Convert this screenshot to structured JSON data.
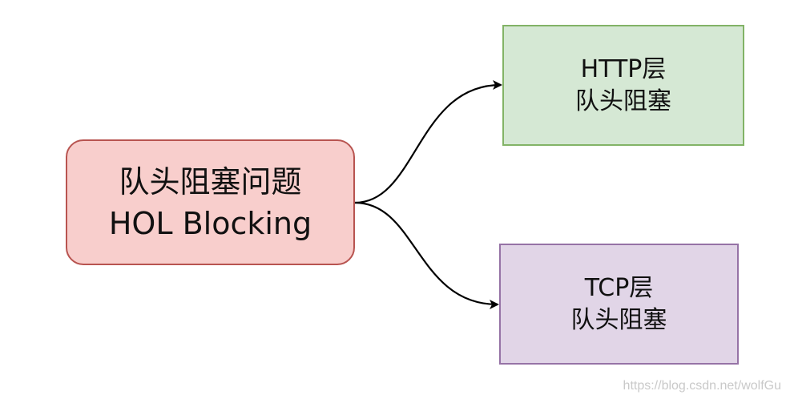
{
  "diagram": {
    "main_node": {
      "line1": "队头阻塞问题",
      "line2": "HOL Blocking",
      "fill": "#f8cecc",
      "stroke": "#b85450"
    },
    "http_node": {
      "line1": "HTTP层",
      "line2": "队头阻塞",
      "fill": "#d5e8d4",
      "stroke": "#82b366"
    },
    "tcp_node": {
      "line1": "TCP层",
      "line2": "队头阻塞",
      "fill": "#e1d5e7",
      "stroke": "#9673a6"
    },
    "edge_color": "#000000"
  },
  "watermark": "https://blog.csdn.net/wolfGu"
}
